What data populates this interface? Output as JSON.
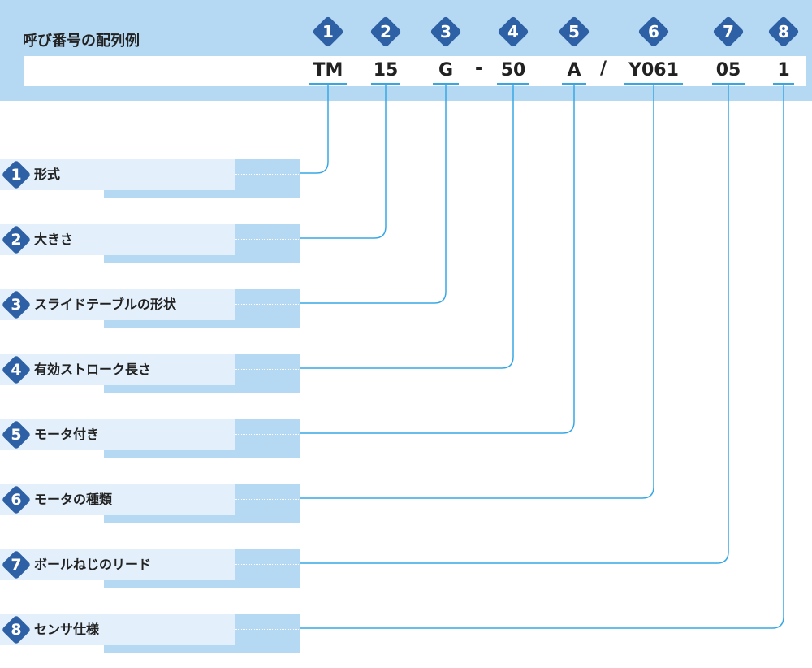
{
  "header": {
    "title": "呼び番号の配列例",
    "separators": [
      "-",
      "/"
    ]
  },
  "code_parts": [
    {
      "number": "1",
      "value": "TM"
    },
    {
      "number": "2",
      "value": "15"
    },
    {
      "number": "3",
      "value": "G"
    },
    {
      "number": "4",
      "value": "50"
    },
    {
      "number": "5",
      "value": "A"
    },
    {
      "number": "6",
      "value": "Y061"
    },
    {
      "number": "7",
      "value": "05"
    },
    {
      "number": "8",
      "value": "1"
    }
  ],
  "rows": [
    {
      "number": "1",
      "label": "形式"
    },
    {
      "number": "2",
      "label": "大きさ"
    },
    {
      "number": "3",
      "label": "スライドテーブルの形状"
    },
    {
      "number": "4",
      "label": "有効ストローク長さ"
    },
    {
      "number": "5",
      "label": "モータ付き"
    },
    {
      "number": "6",
      "label": "モータの種類"
    },
    {
      "number": "7",
      "label": "ボールねじのリード"
    },
    {
      "number": "8",
      "label": "センサ仕様"
    }
  ],
  "colors": {
    "marker": "#2e60a5",
    "connector": "#37a7e4",
    "band": "#b6d9f3",
    "row_fill": "#e3f0fb"
  }
}
